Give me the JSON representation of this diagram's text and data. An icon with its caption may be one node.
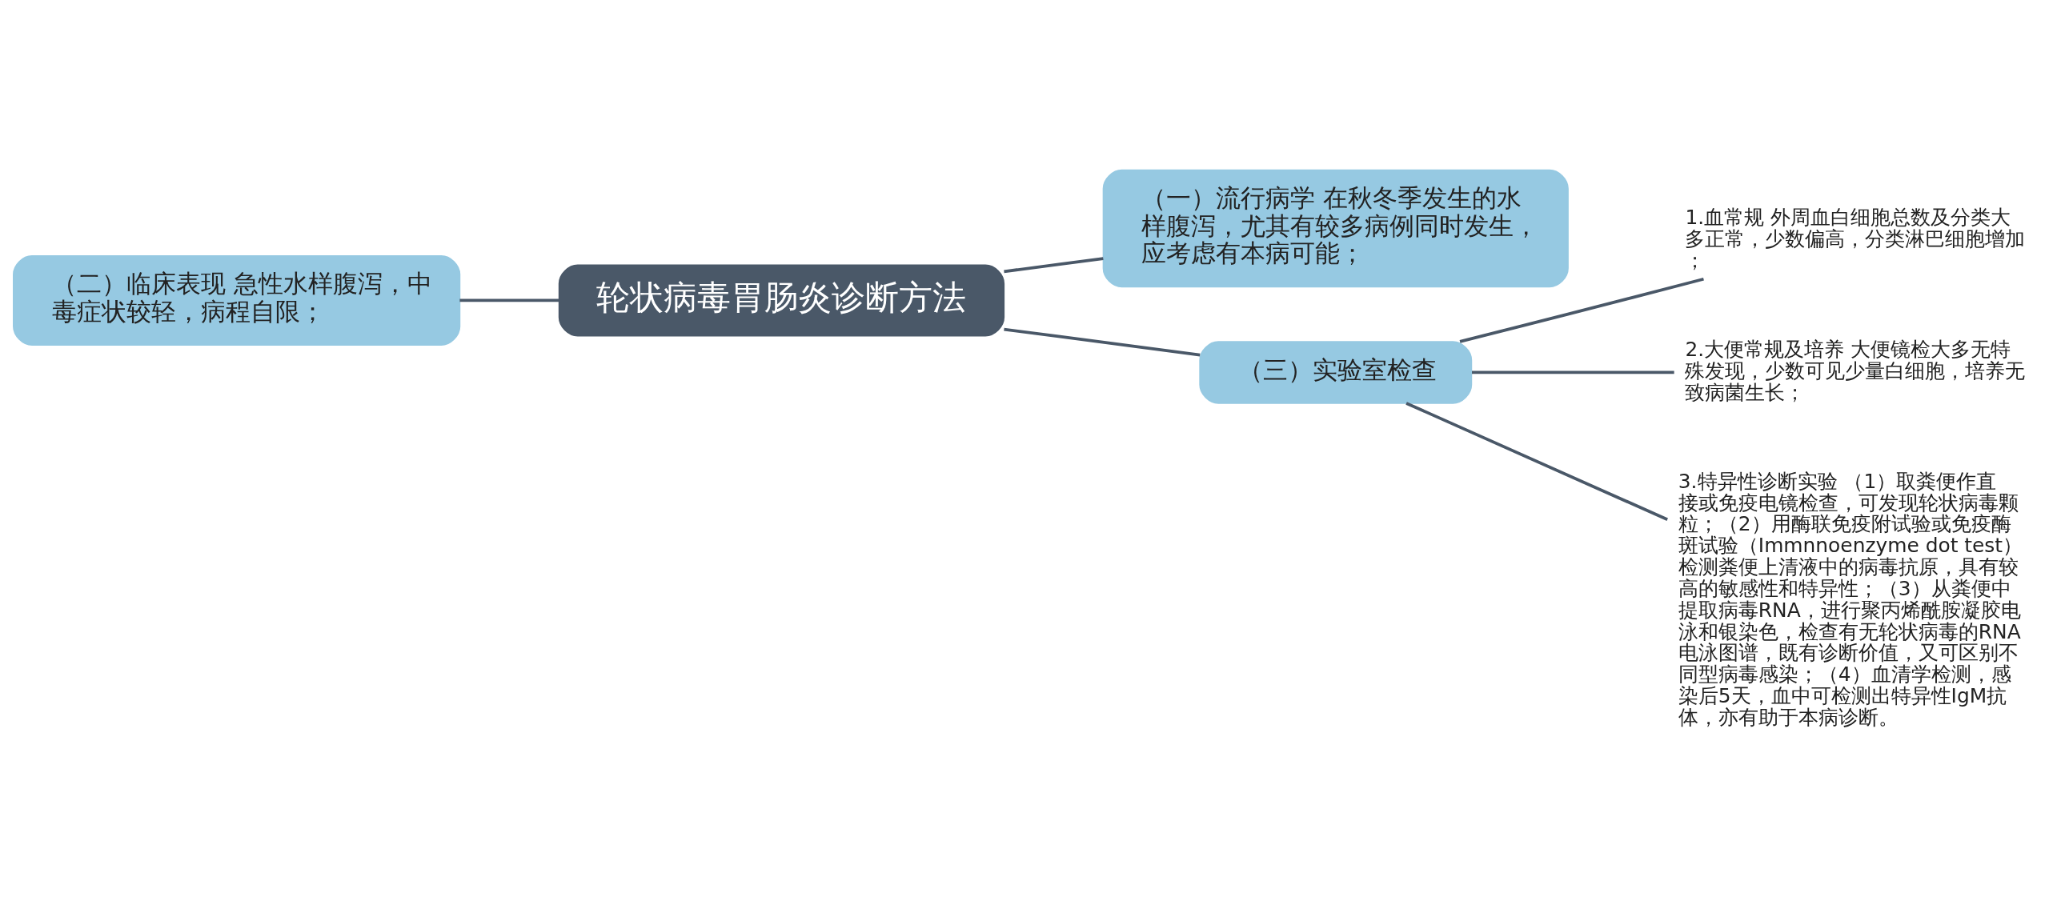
{
  "diagram": {
    "nodes": [
      {
        "text": [
          "轮状病毒胃肠炎诊断方法"
        ]
      },
      {
        "text": [
          "（一）流行病学 在秋冬季发生的水样腹泻，尤其有较多病例同时发生，应考虑有本病可能；"
        ]
      },
      {
        "text": [
          "（二）临床表现 急性水样腹泻，中毒症状较轻，病程自限；"
        ]
      },
      {
        "text": [
          "（三）实验室检查"
        ]
      },
      {
        "text": [
          "1.血常规 外周血白细胞总数及分类大多正常，少数偏高，分类淋巴细胞增加；"
        ]
      },
      {
        "text": [
          "2.大便常规及培养 大便镜检大多无特殊发现，少数可见少量白细胞，培养无致病菌生长；"
        ]
      },
      {
        "text": [
          "3.特异性诊断实验 （1）取粪便作直接或免疫电镜检查，可发现轮状病毒颗粒；（2）用酶联免疫附试验或免疫酶斑试验（Immnnoenzyme dot test）检测粪便上清液中的病毒抗原，具有较高的敏感性和特异性；（3）从粪便中提取病毒RNA，进行聚丙烯酰胺凝胶电泳和银染色，检查有无轮状病毒的RNA电泳图谱，既有诊断价值，又可区别不同型病毒感染；（4）血清学检测，感染后5天，血中可检测出特异性IgM抗体，亦有助于本病诊断。"
        ]
      }
    ],
    "edges": [
      {
        "from": 0,
        "to": 1,
        "arrow": "none"
      },
      {
        "from": 0,
        "to": 2,
        "arrow": "none"
      },
      {
        "from": 0,
        "to": 3,
        "arrow": "none"
      },
      {
        "from": 3,
        "to": 4,
        "arrow": "none"
      },
      {
        "from": 3,
        "to": 5,
        "arrow": "none"
      },
      {
        "from": 3,
        "to": 6,
        "arrow": "none"
      }
    ]
  }
}
